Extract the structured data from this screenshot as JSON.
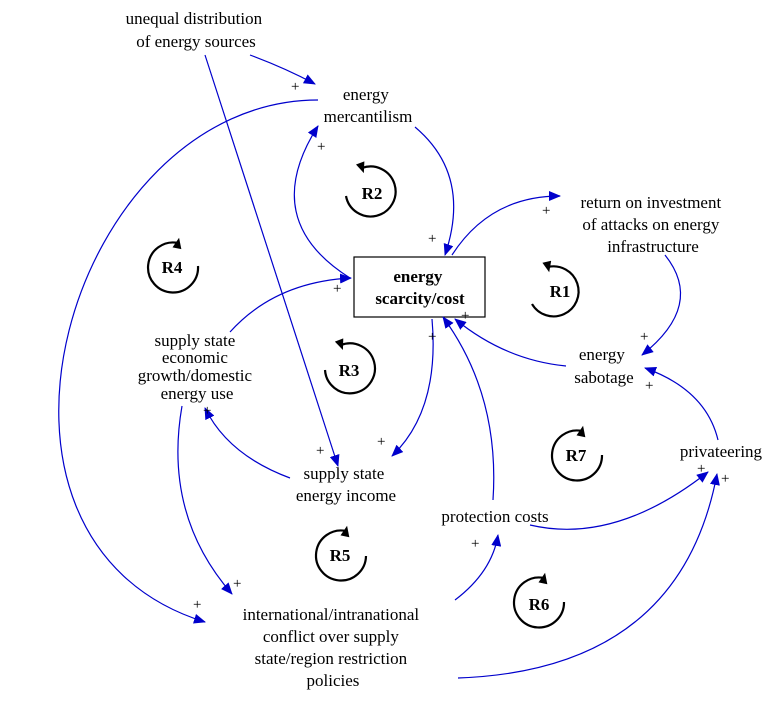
{
  "nodes": {
    "unequal_distribution": [
      "unequal distribution",
      "of energy sources"
    ],
    "energy_mercantilism": [
      "energy",
      "mercantilism"
    ],
    "return_on_investment": [
      "return on investment",
      "of attacks on energy",
      "infrastructure"
    ],
    "energy_scarcity_cost": [
      "energy",
      "scarcity/cost"
    ],
    "energy_sabotage": [
      "energy",
      "sabotage"
    ],
    "supply_state_growth": [
      "supply state",
      "economic",
      "growth/domestic",
      "energy use"
    ],
    "supply_state_income": [
      "supply state",
      "energy income"
    ],
    "privateering": [
      "privateering"
    ],
    "protection_costs": [
      "protection costs"
    ],
    "international_conflict": [
      "international/intranational",
      "conflict over supply",
      "state/region restriction",
      "policies"
    ]
  },
  "loops": {
    "r1": "R1",
    "r2": "R2",
    "r3": "R3",
    "r4": "R4",
    "r5": "R5",
    "r6": "R6",
    "r7": "R7"
  },
  "polarity": "+",
  "colors": {
    "link": "#0000cc",
    "text": "#000000",
    "background": "#ffffff"
  }
}
